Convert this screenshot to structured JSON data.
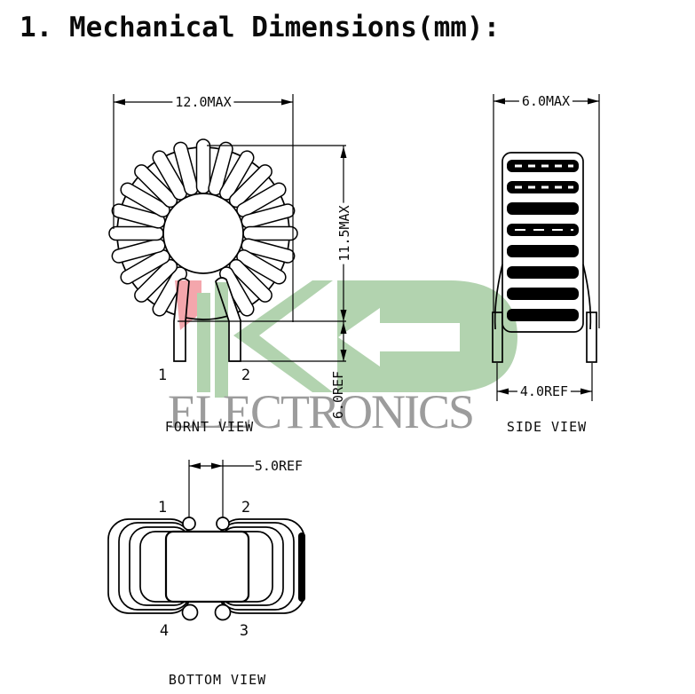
{
  "title": "1. Mechanical Dimensions(mm):",
  "front_view": {
    "caption": "FORNT VIEW",
    "dim_width": "12.0MAX",
    "dim_height": "11.5MAX",
    "dim_lead": "6.0REF",
    "pin1": "1",
    "pin2": "2"
  },
  "side_view": {
    "caption": "SIDE VIEW",
    "dim_width": "6.0MAX",
    "dim_lead_span": "4.0REF"
  },
  "bottom_view": {
    "caption": "BOTTOM VIEW",
    "dim_pitch": "5.0REF",
    "pin1": "1",
    "pin2": "2",
    "pin3": "3",
    "pin4": "4"
  },
  "watermark": {
    "text": "ELECTRONICS",
    "green": "#b2d3af",
    "pink": "#f4a6ac",
    "gray": "#9c9c9c",
    "line_color": "#000000"
  }
}
